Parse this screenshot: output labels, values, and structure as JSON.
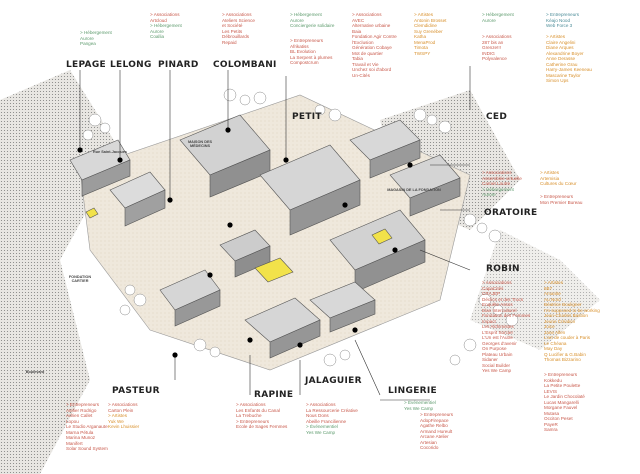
{
  "colors": {
    "hebergement": "#5c9a6c",
    "associations": "#c8584a",
    "artistes": "#d8902c",
    "entrepreneurs": "#4c8c98",
    "highlight": "#f2e24a"
  },
  "buildings": {
    "lepage": "LEPAGE",
    "lelong": "LELONG",
    "pinard": "PINARD",
    "colombani": "COLOMBANI",
    "petit": "PETIT",
    "ced": "CED",
    "oratoire": "ORATOIRE",
    "robin": "ROBIN",
    "pasteur": "PASTEUR",
    "rapine": "RAPINE",
    "jalaguier": "JALAGUIER",
    "lingerie": "LINGERIE"
  },
  "map_labels": {
    "maison_des_medecins": "MAISON DES MÉDECINS",
    "fondation_cartier": "FONDATION CARTIER",
    "boulevard": "Boulevard",
    "rue_saint_jacques": "Rue Saint-Jacques",
    "magasin_de_la_fondation": "MAGASIN DE LA FONDATION"
  },
  "pinard_block": [
    {
      "t": "> Associations",
      "c": "red"
    },
    {
      "t": "Artcloud",
      "c": "red"
    },
    {
      "t": "> Hébergement",
      "c": "green"
    },
    {
      "t": "Aurore",
      "c": "green"
    },
    {
      "t": "Coallia",
      "c": "green"
    }
  ],
  "lepage_block": [
    {
      "t": "> Hébergement",
      "c": "green"
    },
    {
      "t": "Aurore",
      "c": "green"
    },
    {
      "t": "Pangea",
      "c": "green"
    }
  ],
  "colombani_block": [
    {
      "t": "> Associations",
      "c": "red"
    },
    {
      "t": "Ateliers Science",
      "c": "red"
    },
    {
      "t": "et Société",
      "c": "red"
    },
    {
      "t": "Les Petits",
      "c": "red"
    },
    {
      "t": "Débrouillards",
      "c": "red"
    },
    {
      "t": "Repaid",
      "c": "red"
    }
  ],
  "petit_hebergement": [
    {
      "t": "> Hébergement",
      "c": "green"
    },
    {
      "t": "Aurore",
      "c": "green"
    },
    {
      "t": "Conciergerie solidaire",
      "c": "green"
    }
  ],
  "petit_entrepreneurs": [
    {
      "t": "> Entrepreneurs",
      "c": "red"
    },
    {
      "t": "Afrikatiss",
      "c": "red"
    },
    {
      "t": "BL Evolution",
      "c": "red"
    },
    {
      "t": "La Serpent à plumes",
      "c": "red"
    },
    {
      "t": "Compostcrum",
      "c": "red"
    }
  ],
  "petit_associations": [
    {
      "t": "> Associations",
      "c": "red"
    },
    {
      "t": "AVEC",
      "c": "red"
    },
    {
      "t": "Alternative urbaine",
      "c": "red"
    },
    {
      "t": "Baia",
      "c": "red"
    },
    {
      "t": "Fondation Agir Contre",
      "c": "red"
    },
    {
      "t": "l'Exclusion",
      "c": "red"
    },
    {
      "t": "Génération Cobaye",
      "c": "red"
    },
    {
      "t": "Mot de quartier",
      "c": "red"
    },
    {
      "t": "Tabia",
      "c": "red"
    },
    {
      "t": "Travail et Vie",
      "c": "red"
    },
    {
      "t": "Unchez soi d'abord",
      "c": "red"
    },
    {
      "t": "Un-Cités",
      "c": "red"
    }
  ],
  "petit_artistes": [
    {
      "t": "> Artistes",
      "c": "orange"
    },
    {
      "t": "Antonin Brosset",
      "c": "orange"
    },
    {
      "t": "Clemdidine",
      "c": "orange"
    },
    {
      "t": "Suy Grenéber",
      "c": "orange"
    },
    {
      "t": "Katha",
      "c": "orange"
    },
    {
      "t": "MenaProd",
      "c": "orange"
    },
    {
      "t": "Timota",
      "c": "orange"
    },
    {
      "t": "TWSPY",
      "c": "orange"
    }
  ],
  "ced_hebergement": [
    {
      "t": "> Hébergement",
      "c": "green"
    },
    {
      "t": "Aurore",
      "c": "green"
    }
  ],
  "ced_associations": [
    {
      "t": "> Associations",
      "c": "red"
    },
    {
      "t": "287 bis an",
      "c": "red"
    },
    {
      "t": "Grenze!!!",
      "c": "red"
    },
    {
      "t": "INDIG",
      "c": "red"
    },
    {
      "t": "Polyvalence",
      "c": "red"
    }
  ],
  "ced_entrepreneurs": [
    {
      "t": "> Entrepreneurs",
      "c": "teal"
    },
    {
      "t": "Kéajo Nood",
      "c": "teal"
    },
    {
      "t": "Web Force 3",
      "c": "teal"
    }
  ],
  "ced_artistes": [
    {
      "t": "> Artistes",
      "c": "orange"
    },
    {
      "t": "Claire Angelini",
      "c": "orange"
    },
    {
      "t": "Diane Arques",
      "c": "orange"
    },
    {
      "t": "Alexandrine Boyer",
      "c": "orange"
    },
    {
      "t": "Anne Derasse",
      "c": "orange"
    },
    {
      "t": "Catherine Grau",
      "c": "orange"
    },
    {
      "t": "Harry-James Keeneau",
      "c": "orange"
    },
    {
      "t": "Mascarine Taylor",
      "c": "orange"
    },
    {
      "t": "Simon Ups",
      "c": "orange"
    }
  ],
  "oratoire_left": [
    {
      "t": "> Associations",
      "c": "red"
    },
    {
      "t": "Assemblée virtuelle",
      "c": "red"
    },
    {
      "t": "Carnet Loutre",
      "c": "red"
    },
    {
      "t": "> Hébergement",
      "c": "green"
    },
    {
      "t": "Aurore",
      "c": "green"
    }
  ],
  "oratoire_right": [
    {
      "t": "> Artistes",
      "c": "orange"
    },
    {
      "t": "Artemisia",
      "c": "orange"
    },
    {
      "t": "Cultures du Cœur",
      "c": "orange"
    }
  ],
  "oratoire_entrepreneurs": [
    {
      "t": "> Entrepreneurs",
      "c": "red"
    },
    {
      "t": "Mon Premier Bureau",
      "c": "red"
    }
  ],
  "robin_associations": [
    {
      "t": "> Associations",
      "c": "red"
    },
    {
      "t": "CapaCités",
      "c": "red"
    },
    {
      "t": "CRAJEP",
      "c": "red"
    },
    {
      "t": "Déclics et des Trucs",
      "c": "red"
    },
    {
      "t": "Enquête Assos",
      "c": "red"
    },
    {
      "t": "Elan Interculturel",
      "c": "red"
    },
    {
      "t": "Fondation des Femmes",
      "c": "red"
    },
    {
      "t": "Impact",
      "c": "red"
    },
    {
      "t": "Les Alchimistes",
      "c": "red"
    },
    {
      "t": "L'Esprit Sorcier",
      "c": "red"
    },
    {
      "t": "L'Un est l'Autre",
      "c": "red"
    },
    {
      "t": "Georges d'avenir",
      "c": "red"
    },
    {
      "t": "On Purpose",
      "c": "red"
    },
    {
      "t": "Plateau Urbain",
      "c": "red"
    },
    {
      "t": "Sidaner",
      "c": "red"
    },
    {
      "t": "Social Builder",
      "c": "red"
    },
    {
      "t": "Yes We Camp",
      "c": "red"
    }
  ],
  "robin_artistes": [
    {
      "t": "> Artistes",
      "c": "orange"
    },
    {
      "t": "6B7",
      "c": "orange"
    },
    {
      "t": "Amanite",
      "c": "orange"
    },
    {
      "t": "Au Nord",
      "c": "orange"
    },
    {
      "t": "Béatrice Bouligner",
      "c": "orange"
    },
    {
      "t": "I'm supposed to be working",
      "c": "orange"
    },
    {
      "t": "Jean-Charles Bastion",
      "c": "orange"
    },
    {
      "t": "Jeune Création",
      "c": "orange"
    },
    {
      "t": "Juice",
      "c": "orange"
    },
    {
      "t": "Jane Allen",
      "c": "orange"
    },
    {
      "t": "L'art de couder à Paris",
      "c": "orange"
    },
    {
      "t": "Le Chéana",
      "c": "orange"
    },
    {
      "t": "May Day",
      "c": "orange"
    },
    {
      "t": "Q Lucifier & G.Babin",
      "c": "orange"
    },
    {
      "t": "Thomas Bizzarino",
      "c": "orange"
    }
  ],
  "robin_entrepreneurs": [
    {
      "t": "> Entrepreneurs",
      "c": "red"
    },
    {
      "t": "Kokkedu",
      "c": "red"
    },
    {
      "t": "La Petite Poulette",
      "c": "red"
    },
    {
      "t": "LEVIS",
      "c": "red"
    },
    {
      "t": "Le Jardin Chocolaté",
      "c": "red"
    },
    {
      "t": "Lucas Mangarelli",
      "c": "red"
    },
    {
      "t": "Morgane Fauvel",
      "c": "red"
    },
    {
      "t": "Mutasa",
      "c": "red"
    },
    {
      "t": "Occiton Peset",
      "c": "red"
    },
    {
      "t": "PayeR",
      "c": "red"
    },
    {
      "t": "Samra",
      "c": "red"
    }
  ],
  "pasteur_left": [
    {
      "t": "> Entrepreneurs",
      "c": "red"
    },
    {
      "t": "Atelier Rodrigo",
      "c": "red"
    },
    {
      "t": "Adrien Callet",
      "c": "red"
    },
    {
      "t": "Lopou",
      "c": "red"
    },
    {
      "t": "Le Studio Arganaute",
      "c": "red"
    },
    {
      "t": "Marna Pétula",
      "c": "red"
    },
    {
      "t": "Marina Munoz",
      "c": "red"
    },
    {
      "t": "Manifert",
      "c": "red"
    },
    {
      "t": "Solar Sound System",
      "c": "red"
    }
  ],
  "pasteur_right": [
    {
      "t": "> Associations",
      "c": "red"
    },
    {
      "t": "Carton Plein",
      "c": "red"
    },
    {
      "t": "> Artistes",
      "c": "orange"
    },
    {
      "t": "Yuk We",
      "c": "orange"
    },
    {
      "t": "Kevin Lhuissier",
      "c": "orange"
    }
  ],
  "rapine_block": [
    {
      "t": "> Associations",
      "c": "red"
    },
    {
      "t": "Les Enfants du Canal",
      "c": "red"
    },
    {
      "t": "La Trebuche",
      "c": "red"
    },
    {
      "t": "> Entrepreneurs",
      "c": "red"
    },
    {
      "t": "Ecole de Sages Femmes",
      "c": "red"
    }
  ],
  "jalaguier_block": [
    {
      "t": "> Associations",
      "c": "red"
    },
    {
      "t": "La Ressourcerie Créative",
      "c": "red"
    },
    {
      "t": "Nous Dons",
      "c": "red"
    },
    {
      "t": "Abeille Francilienne",
      "c": "red"
    },
    {
      "t": "> Événementiel",
      "c": "green"
    },
    {
      "t": "Yes We Camp",
      "c": "green"
    }
  ],
  "lingerie_top": [
    {
      "t": "> Événementiel",
      "c": "green"
    },
    {
      "t": "Yes We Camp",
      "c": "green"
    }
  ],
  "lingerie_block": [
    {
      "t": "> Entrepreneurs",
      "c": "red"
    },
    {
      "t": "AdopFirepace",
      "c": "red"
    },
    {
      "t": "Agathe Relbo",
      "c": "red"
    },
    {
      "t": "Armand Hureult",
      "c": "red"
    },
    {
      "t": "Arcane Atelier",
      "c": "red"
    },
    {
      "t": "Artesian",
      "c": "red"
    },
    {
      "t": "Cocorido",
      "c": "red"
    }
  ]
}
